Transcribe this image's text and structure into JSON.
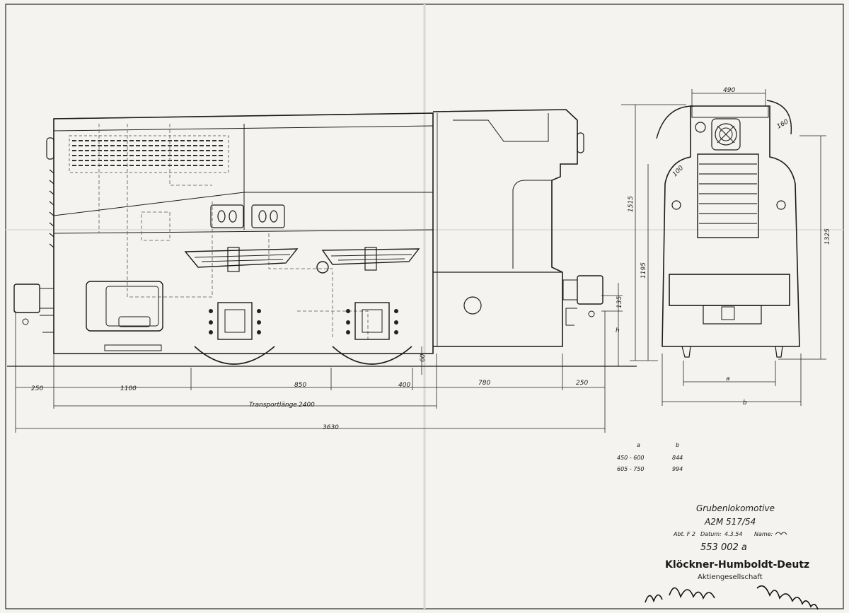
{
  "drawing": {
    "title": "Grubenlokomotive",
    "model": "A2M 517/54",
    "meta": {
      "abt": "Abt. F 2",
      "datum_label": "Datum:",
      "datum_value": "4.3.54",
      "name_label": "Name:"
    },
    "drawing_number": "553 002 a",
    "company": "Klöckner-Humboldt-Deutz",
    "company_sub": "Aktiengesellschaft"
  },
  "side_view_dimensions": {
    "bottom_row": [
      "250",
      "1100",
      "850",
      "400",
      "780",
      "250"
    ],
    "transport_length_label": "Transportlänge",
    "transport_length_value": "2400",
    "overall_length": "3630",
    "wheel_offset": "60",
    "coupling_height_label": "h",
    "coupling_offset": "135"
  },
  "end_view_dimensions": {
    "top_width": "490",
    "corner_radius": "160",
    "inner_radius": "100",
    "height_overall": "1515",
    "height_frame": "1325",
    "height_mid": "1195",
    "gauge_label": "a",
    "width_label": "b"
  },
  "gauge_table": {
    "headers": [
      "a",
      "b"
    ],
    "rows": [
      [
        "450 - 600",
        "844"
      ],
      [
        "605 - 750",
        "994"
      ]
    ]
  }
}
